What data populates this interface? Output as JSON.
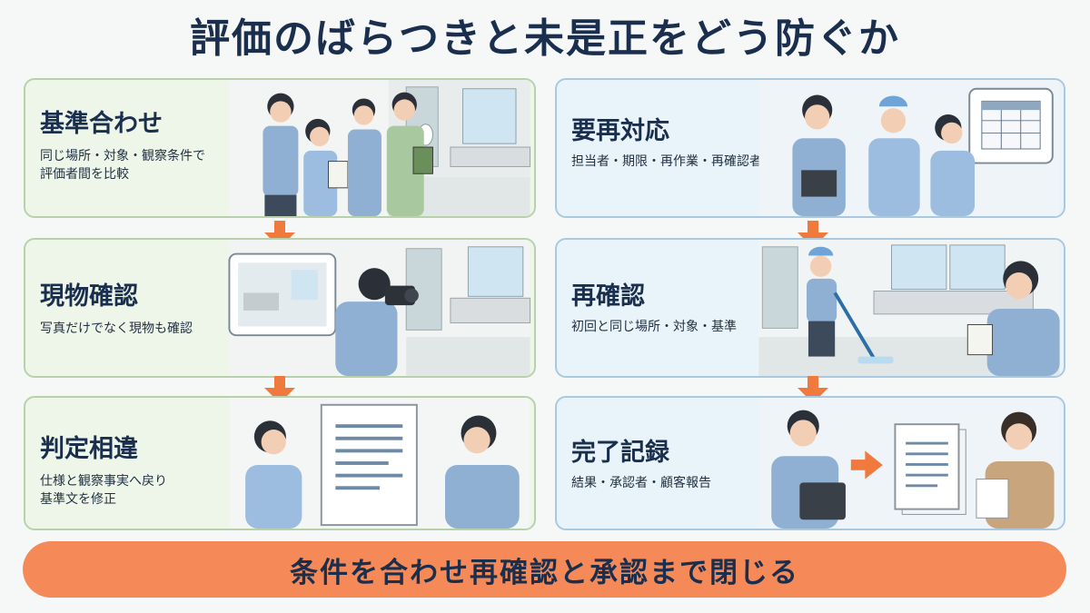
{
  "title": "評価のばらつきと未是正をどう防ぐか",
  "left_steps": [
    {
      "heading": "基準合わせ",
      "desc_lines": [
        "同じ場所・対象・観察条件で",
        "評価者間を比較"
      ]
    },
    {
      "heading": "現物確認",
      "desc_lines": [
        "写真だけでなく現物も確認"
      ]
    },
    {
      "heading": "判定相違",
      "desc_lines": [
        "仕様と観察事実へ戻り",
        "基準文を修正"
      ]
    }
  ],
  "right_steps": [
    {
      "heading": "要再対応",
      "desc_lines": [
        "担当者・期限・再作業・再確認者"
      ]
    },
    {
      "heading": "再確認",
      "desc_lines": [
        "初回と同じ場所・対象・基準"
      ]
    },
    {
      "heading": "完了記録",
      "desc_lines": [
        "結果・承認者・顧客報告"
      ]
    }
  ],
  "banner": "条件を合わせ再確認と承認まで閉じる",
  "colors": {
    "title": "#1a2f4d",
    "left_card_bg": "#eef6ea",
    "right_card_bg": "#e9f3fa",
    "arrow": "#f07a3e",
    "banner": "#f58a58"
  },
  "icons": [
    "down-arrow-icon",
    "right-arrow-icon",
    "calendar-icon",
    "camera-icon",
    "clipboard-icon",
    "document-icon"
  ]
}
